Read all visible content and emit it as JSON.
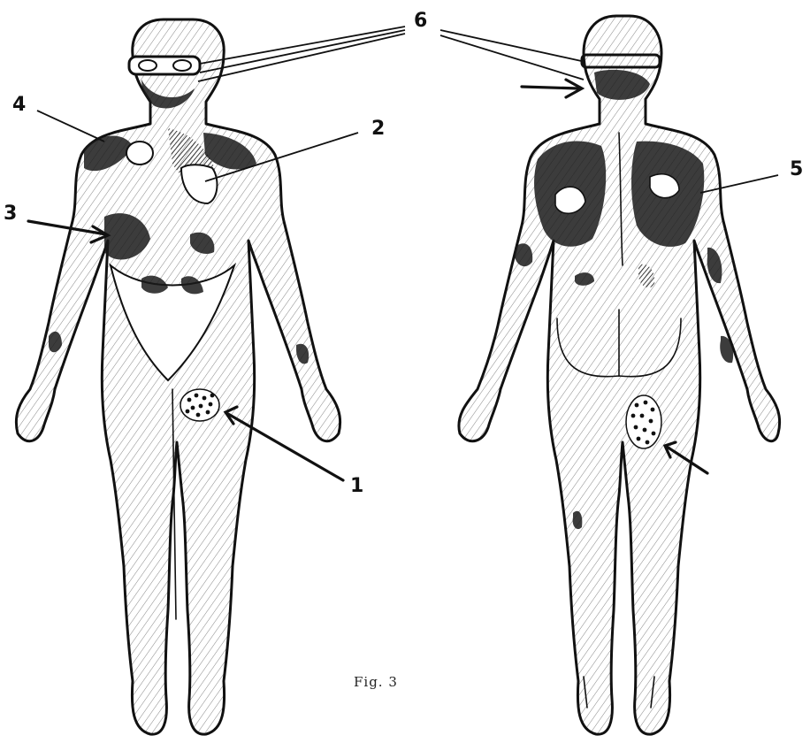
{
  "figure": {
    "caption": "Fig. 3"
  },
  "labels": [
    {
      "id": "1",
      "text": "1"
    },
    {
      "id": "2",
      "text": "2"
    },
    {
      "id": "3",
      "text": "3"
    },
    {
      "id": "4",
      "text": "4"
    },
    {
      "id": "5",
      "text": "5"
    },
    {
      "id": "6",
      "text": "6"
    }
  ],
  "views": [
    {
      "id": "front",
      "label": "front view"
    },
    {
      "id": "back",
      "label": "back view"
    }
  ]
}
